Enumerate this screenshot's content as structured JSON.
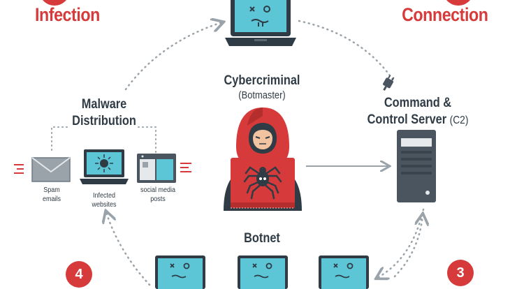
{
  "steps": {
    "infection": {
      "title": "Infection"
    },
    "connection": {
      "title": "Connection"
    },
    "step3": {
      "number": "3"
    },
    "step4": {
      "number": "4"
    }
  },
  "cybercriminal": {
    "title": "Cybercriminal",
    "subtitle": "(Botmaster)"
  },
  "c2": {
    "title_line1": "Command &",
    "title_line2": "Control Server",
    "abbr": "(C2)"
  },
  "malware": {
    "title_line1": "Malware",
    "title_line2": "Distribution"
  },
  "channels": [
    {
      "label_line1": "Spam",
      "label_line2": "emails",
      "icon": "envelope-icon"
    },
    {
      "label_line1": "Infected",
      "label_line2": "websites",
      "icon": "infected-laptop-icon"
    },
    {
      "label_line1": "social media",
      "label_line2": "posts",
      "icon": "social-media-window-icon"
    }
  ],
  "botnet": {
    "title": "Botnet"
  },
  "colors": {
    "accent_red": "#d63a3a",
    "screen_teal": "#5cc6d6",
    "dark_slate": "#2f3b45",
    "server_gray": "#4a5560"
  }
}
